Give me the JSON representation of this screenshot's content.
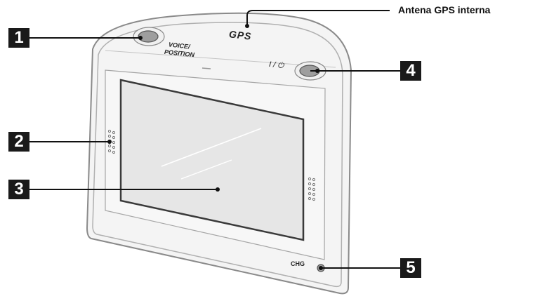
{
  "external_labels": {
    "antenna": "Antena GPS interna"
  },
  "callouts": [
    {
      "number": "1",
      "target": "voice-position-button"
    },
    {
      "number": "2",
      "target": "left-speaker"
    },
    {
      "number": "3",
      "target": "touch-screen"
    },
    {
      "number": "4",
      "target": "power-button"
    },
    {
      "number": "5",
      "target": "charge-indicator"
    }
  ],
  "device_text": {
    "gps": "GPS",
    "voice": "VOICE/",
    "position": "POSITION",
    "power": "I / ⏻",
    "chg": "CHG"
  },
  "colors": {
    "outline": "#8a8a8a",
    "shell": "#f4f4f4",
    "screen_fill": "#e6e6e6",
    "badge": "#1a1a1a",
    "button": "#9e9e9e"
  }
}
